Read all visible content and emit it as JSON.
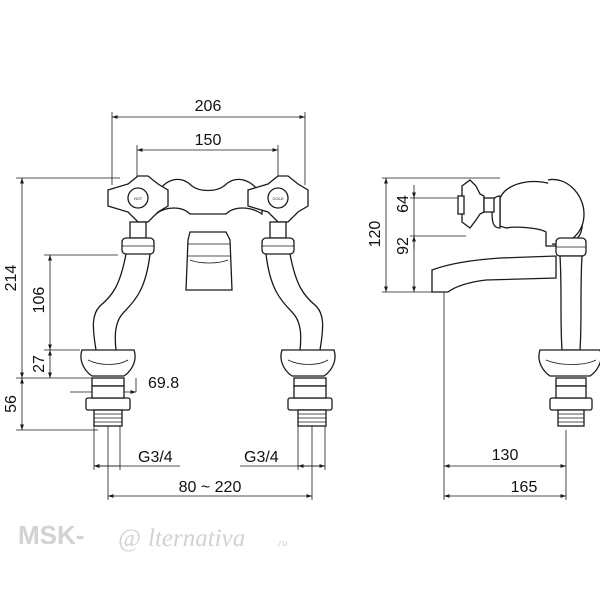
{
  "front_view": {
    "dimensions": {
      "overall_width": "206",
      "handle_centers": "150",
      "overall_height": "214",
      "spout_height": "106",
      "base_height": "27",
      "base_width": "69.8",
      "thread_length": "56",
      "thread_left": "G3/4",
      "thread_right": "G3/4",
      "center_range": "80 ~ 220"
    },
    "handle_labels": {
      "hot": "HOT",
      "cold": "COLD"
    }
  },
  "side_view": {
    "dimensions": {
      "total_height": "120",
      "handle_height": "64",
      "spout_outlet_height": "92",
      "reach": "130",
      "total_depth": "165"
    }
  },
  "watermark": {
    "prefix": "MSK-",
    "at_sign": "@",
    "suffix": "lternativa",
    "tld": ".ru"
  }
}
